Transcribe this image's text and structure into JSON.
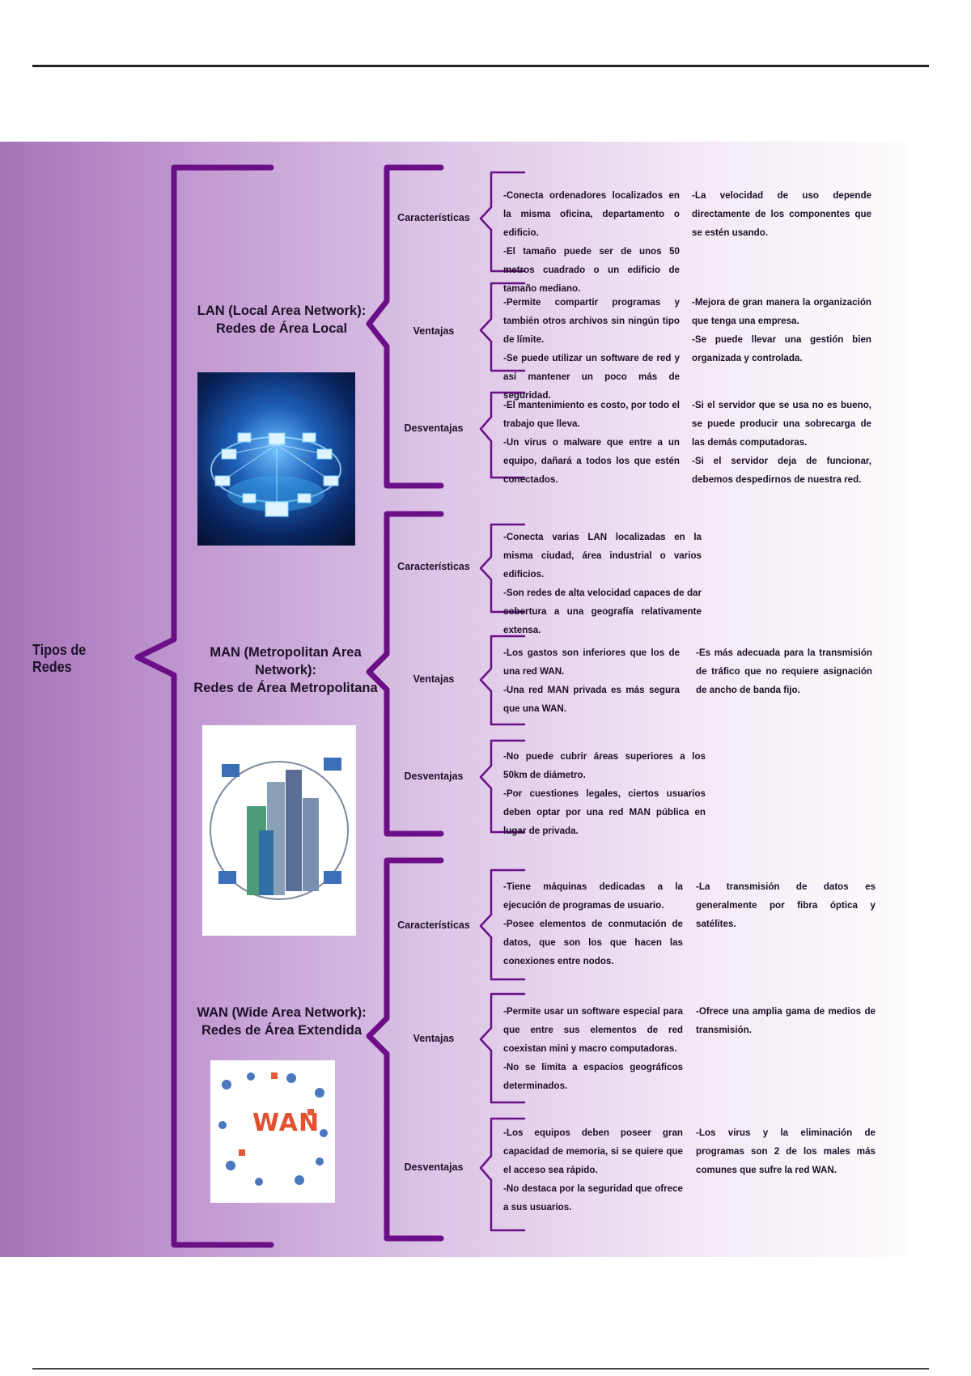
{
  "root": {
    "label": "Tipos de Redes"
  },
  "colors": {
    "bracket": "#6a0f86",
    "panel_left": "#a574b8",
    "panel_right": "#fdfbfd",
    "text": "#1e1128"
  },
  "networks": [
    {
      "title_line1": "LAN (Local Area Network):",
      "title_line2": "Redes de Área Local",
      "image_icon": "lan-network-illustration",
      "categories": [
        {
          "label": "Características",
          "left": [
            "-Conecta ordenadores localizados en la misma oficina, departamento o edificio.",
            "-El tamaño puede ser de unos 50 metros cuadrado o un edificio de tamaño mediano."
          ],
          "right": [
            "-La velocidad de uso depende directamente de los componentes que se estén usando."
          ]
        },
        {
          "label": "Ventajas",
          "left": [
            "-Permite compartir programas y también otros archivos sin ningún tipo de límite.",
            "-Se puede utilizar un software de red y así mantener un poco más de seguridad."
          ],
          "right": [
            "-Mejora de gran manera la organización que tenga una empresa.",
            "-Se puede llevar una gestión bien organizada y controlada."
          ]
        },
        {
          "label": "Desventajas",
          "left": [
            "-El mantenimiento es costo, por todo el trabajo que lleva.",
            "-Un virus o malware que entre a un equipo, dañará a todos los que estén conectados."
          ],
          "right": [
            "-Si el servidor que se usa no es bueno, se puede producir una sobrecarga de las demás computadoras.",
            "-Si el servidor deja de funcionar, debemos despedirnos de nuestra red."
          ]
        }
      ]
    },
    {
      "title_line1": "MAN (Metropolitan Area Network):",
      "title_line2": "Redes de Área Metropolitana",
      "image_icon": "man-city-network-illustration",
      "categories": [
        {
          "label": "Características",
          "left": [
            "-Conecta varias LAN localizadas en la misma ciudad, área industrial o varios edificios.",
            "-Son redes de alta velocidad capaces de dar cobertura a una geografía relativamente extensa."
          ],
          "right": []
        },
        {
          "label": "Ventajas",
          "left": [
            "-Los gastos son inferiores que los de una red WAN.",
            "-Una red MAN privada es más segura que una WAN."
          ],
          "right": [
            "-Es más adecuada para la transmisión de tráfico que no requiere asignación de ancho de banda fijo."
          ]
        },
        {
          "label": "Desventajas",
          "left": [
            "-No puede cubrir áreas superiores a los 50km de diámetro.",
            "-Por cuestiones legales, ciertos usuarios deben optar por una red MAN pública en lugar de privada."
          ],
          "right": []
        }
      ]
    },
    {
      "title_line1": "WAN (Wide Area Network):",
      "title_line2": "Redes de Área Extendida",
      "image_icon": "wan-icons-illustration",
      "image_word": "WAN",
      "categories": [
        {
          "label": "Características",
          "left": [
            "-Tiene máquinas dedicadas a la ejecución de programas de usuario.",
            "-Posee elementos de conmutación de datos, que son los que hacen las conexiones entre nodos."
          ],
          "right": [
            "-La transmisión de datos es generalmente por fibra óptica y satélites."
          ]
        },
        {
          "label": "Ventajas",
          "left": [
            "-Permite usar un software especial para que entre sus elementos de red coexistan mini y macro computadoras.",
            "-No se limita a espacios geográficos determinados."
          ],
          "right": [
            "-Ofrece una amplia gama de medios de transmisión."
          ]
        },
        {
          "label": "Desventajas",
          "left": [
            "-Los equipos deben poseer gran capacidad de memoria, si se quiere que el acceso sea rápido.",
            "-No destaca por la seguridad que ofrece a sus usuarios."
          ],
          "right": [
            "-Los virus y la eliminación de programas son 2 de los males más comunes que sufre la red WAN."
          ]
        }
      ]
    }
  ]
}
